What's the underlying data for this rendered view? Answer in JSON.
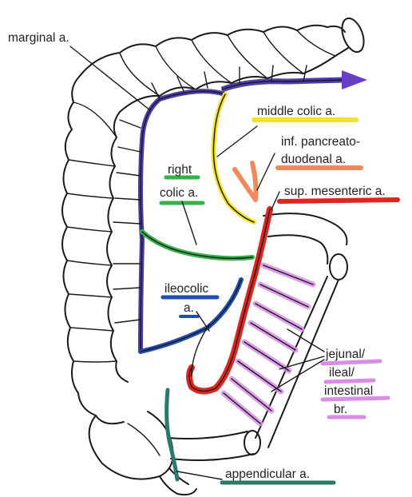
{
  "diagram": {
    "labels": {
      "marginal": "marginal a.",
      "middle_colic": "middle colic a.",
      "inf_pancreato_1": "inf. pancreato-",
      "inf_pancreato_2": "duodenal a.",
      "sup_mesenteric": "sup. mesenteric a.",
      "right_colic_1": "right",
      "right_colic_2": "colic a.",
      "ileocolic_1": "ileocolic",
      "ileocolic_2": "a.",
      "jejunal_1": "jejunal/",
      "jejunal_2": "ileal/",
      "jejunal_3": "intestinal",
      "jejunal_4": "br.",
      "appendicular": "appendicular a."
    },
    "colors": {
      "marginal": "#4b3ca8",
      "middle_colic": "#f2e22a",
      "inf_pancreatoduodenal": "#f08a5d",
      "sup_mesenteric": "#e0241f",
      "right_colic": "#35b04a",
      "ileocolic": "#1f4fb0",
      "jejunal": "#d98ee6",
      "appendicular": "#2a7a6a",
      "arrow": "#6a3fc8"
    }
  }
}
